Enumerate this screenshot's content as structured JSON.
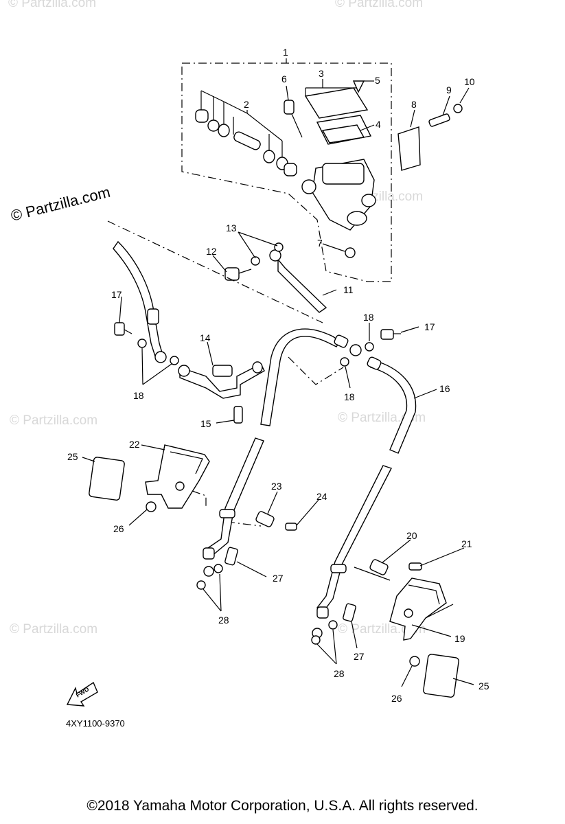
{
  "diagram": {
    "watermark": "© Partzilla.com",
    "part_code": "4XY1100-9370",
    "fwd_label": "FWD",
    "copyright": "©2018 Yamaha Motor Corporation, U.S.A. All rights reserved.",
    "callouts": [
      "1",
      "2",
      "3",
      "4",
      "5",
      "6",
      "7",
      "8",
      "9",
      "10",
      "11",
      "12",
      "13",
      "14",
      "15",
      "16",
      "17",
      "17",
      "18",
      "18",
      "18",
      "19",
      "20",
      "21",
      "22",
      "23",
      "24",
      "25",
      "25",
      "26",
      "26",
      "27",
      "27",
      "28",
      "28"
    ]
  }
}
